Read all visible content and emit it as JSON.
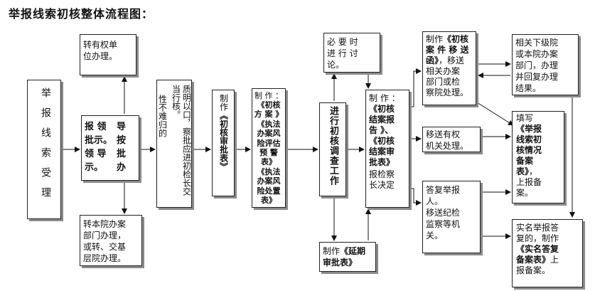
{
  "title": "举报线索初核整体流程图：",
  "nodes": {
    "receive": "举报线索受理",
    "transfer_rights_top": "转有权单\n位办理。",
    "leader_a": "报 领\n批示。\n领 导\n示。",
    "leader_b": "导\n按\n批\n办",
    "reasons": "质明以口，察批应进初检长交当行核。",
    "reasons_left": "性不难归的",
    "transfer_bottom": "转本院办案\n部门办理，\n或转、交基\n层院办理。",
    "approval_pre": "制作",
    "approval_bold": "《初核审批表》",
    "plan_pre": "制 作 ：",
    "plan_bold": "《初核\n方 案 》\n《执法\n办案风\n险评估\n预 警\n表》\n《执法\n办案风\n险处置\n表》",
    "investigate": "进行初核调查工作",
    "discuss": "必 要 时\n进 行 讨\n论。",
    "extend_pre": "制作",
    "extend_bold": "《延期\n审批表》",
    "conclusion_pre": "制 作 ：",
    "conclusion_bold": "《初核\n结案报\n告 》、\n《初核\n结案审\n批表》",
    "conclusion_note": "报检察\n长决定",
    "transfer_case_pre": "制作",
    "transfer_case_bold": "《初核\n案 件 移 送\n函》",
    "transfer_case_post": "，移送\n相关办案\n部门或检\n察院处理。",
    "transfer_authority": "移送有权\n机关处理。",
    "reply": "答复举报\n人。\n移送纪检\n监察等机\n关。",
    "lower_court": "相关下级院\n或本院办案\n部门，办理\n并回复办理\n结果。",
    "fill_pre": "填写",
    "fill_bold": "《举报\n线索初\n核情况\n备案\n表》",
    "fill_post": "，\n上报备\n案。",
    "realname_pre": "实名举报答\n复的，制作",
    "realname_bold": "《实名答复\n备案表》",
    "realname_post": "上\n报备案。"
  }
}
